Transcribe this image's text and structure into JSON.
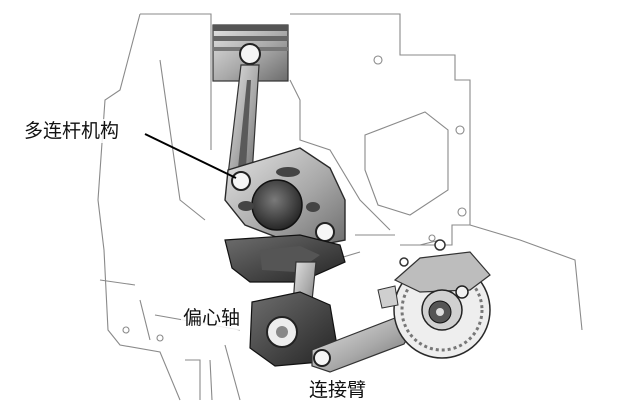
{
  "labels": {
    "multilink": "多连杆机构",
    "eccentric_shaft": "偏心轴",
    "connecting_arm": "连接臂"
  },
  "colors": {
    "background": "#ffffff",
    "outline": "#7a7a7a",
    "part_dark": "#3a3a3a",
    "part_mid": "#8c8c8c",
    "part_light": "#c8c8c8"
  }
}
